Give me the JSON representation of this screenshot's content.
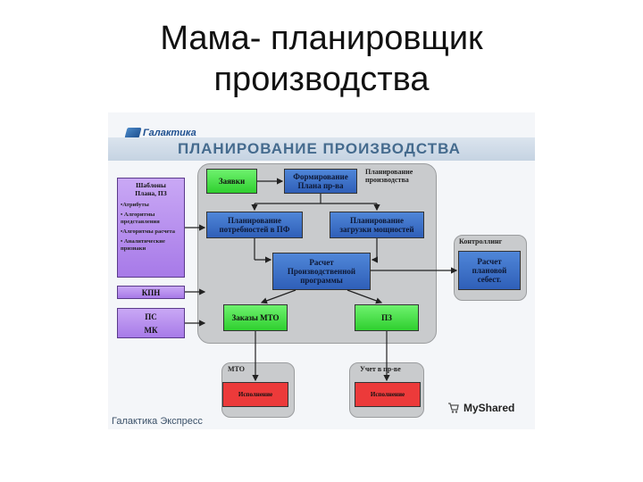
{
  "slide_title": [
    "Мама- планировщик",
    "производства"
  ],
  "logo": {
    "text": "Галактика",
    "icon": "galaktika-logo-icon"
  },
  "diagram_title": "ПЛАНИРОВАНИЕ ПРОИЗВОДСТВА",
  "panel_labels": {
    "planning": [
      "Планирование",
      "производства"
    ],
    "controlling": "Контроллинг",
    "mto": "МТО",
    "accounting": "Учет в пр-ве"
  },
  "templates": {
    "title": [
      "Шаблоны",
      "Плана, ПЗ"
    ],
    "items": [
      "•Атрибуты",
      "• Алгоритмы представления",
      "•Алгоритмы расчета",
      "• Аналитические признаки"
    ]
  },
  "boxes": {
    "kpn": "КПН",
    "ps_mk": [
      "ПС",
      "МК"
    ],
    "zayavki": "Заявки",
    "formirovanie": [
      "Формирование",
      "Плана пр-ва"
    ],
    "plan_pf": [
      "Планирование",
      "потребностей в ПФ"
    ],
    "plan_load": [
      "Планирование",
      "загрузки мощностей"
    ],
    "calc_prog": [
      "Расчет",
      "Производственной",
      "программы"
    ],
    "calc_cost": [
      "Расчет",
      "плановой",
      "себест."
    ],
    "zakazy_mto": "Заказы МТО",
    "pz": "ПЗ",
    "exec_mto": "Исполнение",
    "exec_acc": "Исполнение"
  },
  "footer": "Галактика Экспресс",
  "watermark": {
    "text": "MyShared",
    "icon": "cart-icon"
  },
  "colors": {
    "blue": "#3b6fc8",
    "green": "#3fd63f",
    "red": "#ec3a3a",
    "purple": "#b48cf0",
    "panel": "#c9cbcd"
  }
}
